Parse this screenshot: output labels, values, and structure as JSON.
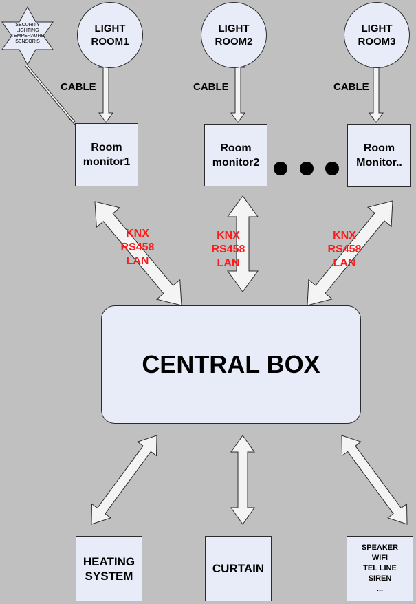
{
  "sensor_star": {
    "lines": [
      "SECURITY",
      "LIGHTING",
      "TEMPERAURE",
      "SENSOR'S"
    ]
  },
  "lights": [
    {
      "lines": [
        "LIGHT",
        "ROOM1"
      ]
    },
    {
      "lines": [
        "LIGHT",
        "ROOM2"
      ]
    },
    {
      "lines": [
        "LIGHT",
        "ROOM3"
      ]
    }
  ],
  "cable_label": "CABLE",
  "room_monitors": [
    {
      "lines": [
        "Room",
        "monitor1"
      ]
    },
    {
      "lines": [
        "Room",
        "monitor2"
      ]
    },
    {
      "lines": [
        "Room",
        "Monitor.."
      ]
    }
  ],
  "protocols": [
    "KNX",
    "RS458",
    "LAN"
  ],
  "central_box": {
    "label": "CENTRAL BOX"
  },
  "bottom_boxes": {
    "heating": {
      "lines": [
        "HEATING",
        "SYSTEM"
      ]
    },
    "curtain": {
      "label": "CURTAIN"
    },
    "misc": {
      "lines": [
        "SPEAKER",
        "WIFI",
        "TEL LINE",
        "SIREN",
        "..."
      ]
    }
  },
  "colors": {
    "background": "#c0c0c0",
    "box_fill": "#e8ecf8",
    "protocol_text": "#ff1a1a"
  }
}
